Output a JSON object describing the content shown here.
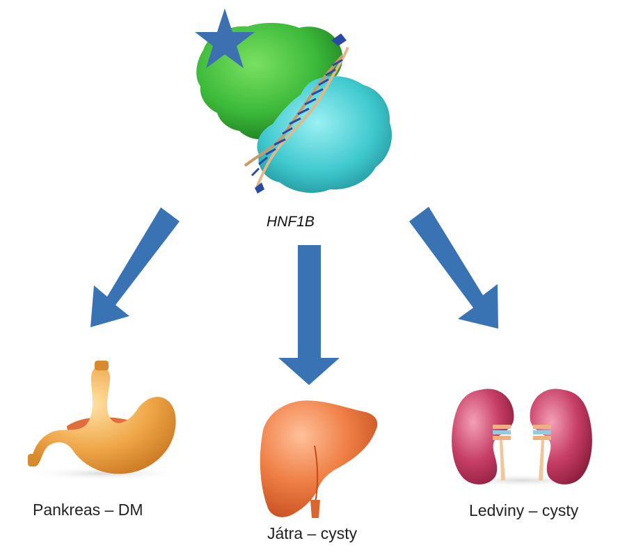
{
  "gene": {
    "name": "HNF1B"
  },
  "organs": [
    {
      "label": "Pankreas – DM",
      "icon": "stomach-pancreas-icon"
    },
    {
      "label": "Játra – cysty",
      "icon": "liver-icon"
    },
    {
      "label": "Ledviny – cysty",
      "icon": "kidneys-icon"
    }
  ],
  "colors": {
    "arrow": "#3a73b4",
    "star": "#3d70b0",
    "protein_green": "#3cb93a",
    "protein_cyan": "#3fc9cf",
    "dna": "#2b4aa6",
    "stomach": "#f0a84a",
    "liver": "#ef7f45",
    "kidney": "#b8345a"
  }
}
